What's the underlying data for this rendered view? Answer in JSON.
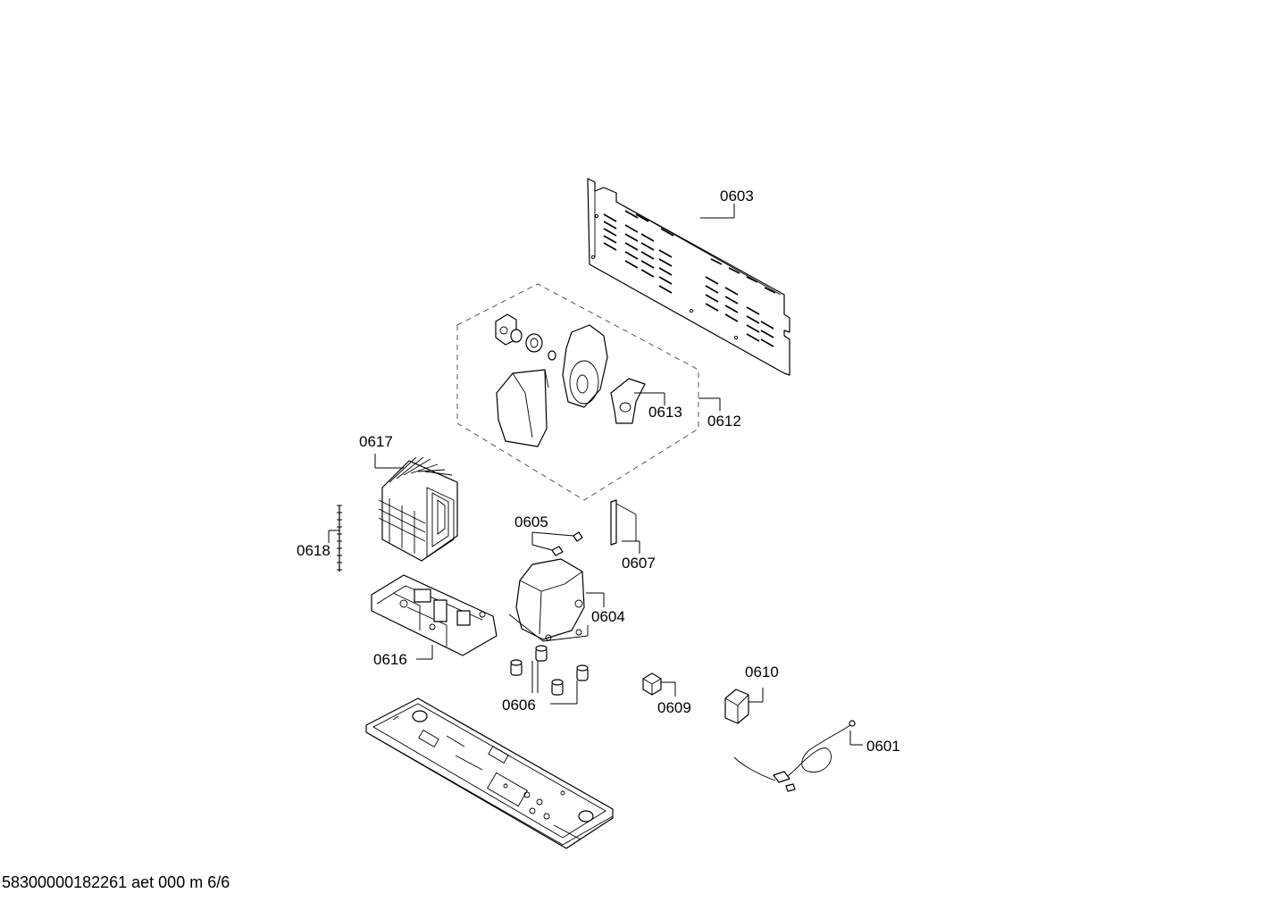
{
  "footer_text": "58300000182261 aet 000 m 6/6",
  "part_labels": {
    "p0601": "0601",
    "p0603": "0603",
    "p0604": "0604",
    "p0605": "0605",
    "p0606": "0606",
    "p0607": "0607",
    "p0609": "0609",
    "p0610": "0610",
    "p0612": "0612",
    "p0613": "0613",
    "p0616": "0616",
    "p0617": "0617",
    "p0618": "0618"
  }
}
